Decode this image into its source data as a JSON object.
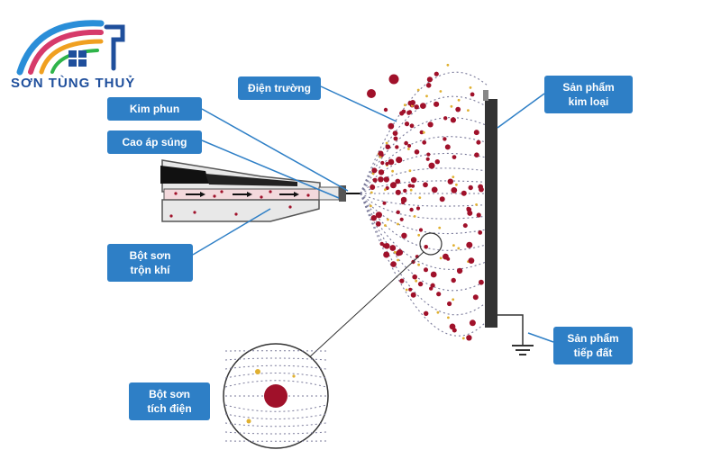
{
  "logo": {
    "brand_text": "SƠN TÙNG THUỶ"
  },
  "labels": {
    "electric_field": "Điện trường",
    "nozzle": "Kim phun",
    "gun_high_voltage": "Cao áp súng",
    "powder_air_mix": "Bột sơn\ntrộn khí",
    "charged_powder": "Bột sơn\ntích điện",
    "metal_product": "Sản phẩm\nkim loại",
    "grounded_product": "Sản phẩm\ntiếp đất"
  },
  "colors": {
    "label_bg": "#2e7fc6",
    "particle": "#a0112a",
    "small_particle": "#e0b030",
    "field_line": "#7a7a9a",
    "plate": "#333333"
  }
}
